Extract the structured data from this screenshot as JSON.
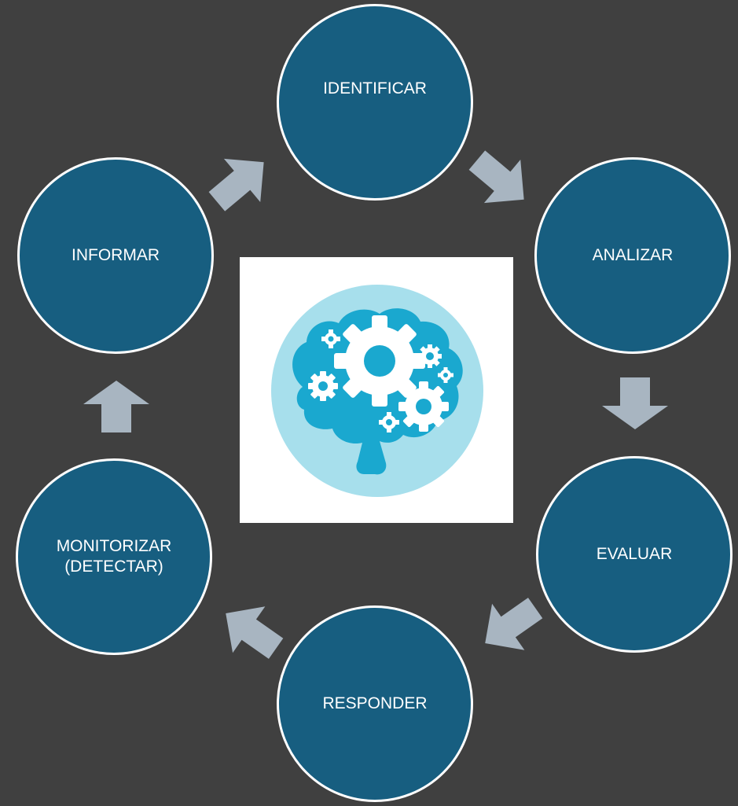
{
  "diagram": {
    "nodes": [
      {
        "id": "identificar",
        "label": "IDENTIFICAR"
      },
      {
        "id": "analizar",
        "label": "ANALIZAR"
      },
      {
        "id": "evaluar",
        "label": "EVALUAR"
      },
      {
        "id": "responder",
        "label": "RESPONDER"
      },
      {
        "id": "monitorizar",
        "label": "MONITORIZAR\n(DETECTAR)"
      },
      {
        "id": "informar",
        "label": "INFORMAR"
      }
    ],
    "center_icon": "brain-gears-icon",
    "colors": {
      "background": "#404040",
      "node_fill": "#175e80",
      "node_border": "#ffffff",
      "arrow": "#a8b5c1",
      "icon_circle": "#a7dfec",
      "icon_brain": "#1aa8cf"
    }
  }
}
